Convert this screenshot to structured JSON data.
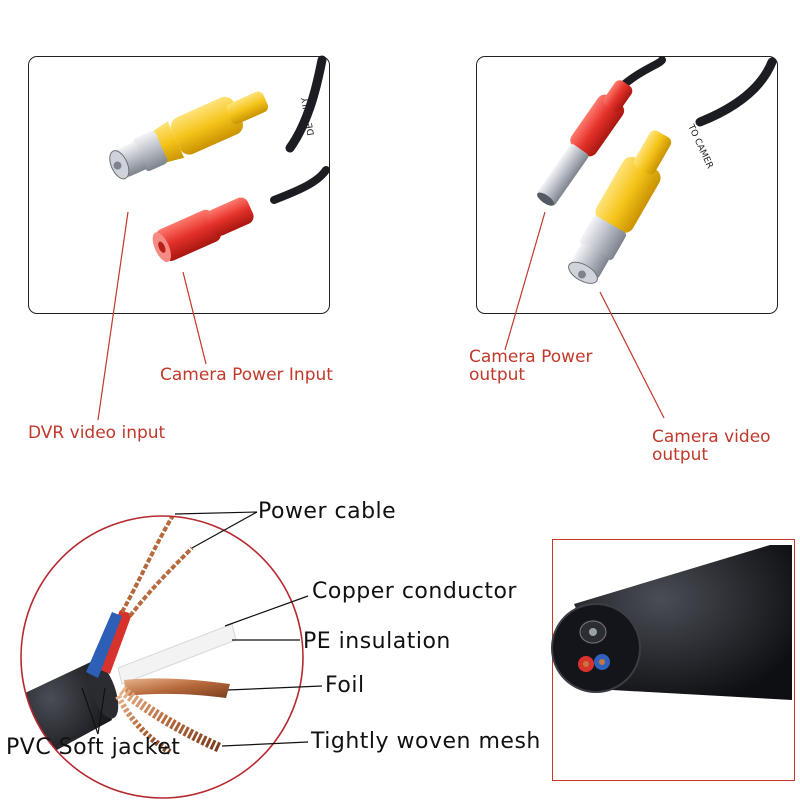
{
  "top_labels": {
    "camera_power_input": "Camera Power Input",
    "dvr_video_input": "DVR video input",
    "camera_power_output_1": "Camera Power",
    "camera_power_output_2": "output",
    "camera_video_output_1": "Camera video",
    "camera_video_output_2": "output"
  },
  "cable_print": {
    "left": "DE ONLY",
    "right": "TO CAMER"
  },
  "cross_section_labels": {
    "power_cable": "Power cable",
    "copper_conductor": "Copper conductor",
    "pe_insulation": "PE insulation",
    "foil": "Foil",
    "pvc_soft_jacket": "PVC Soft jacket",
    "tightly_woven_mesh": "Tightly woven mesh"
  },
  "colors": {
    "accent_red": "#c0392b",
    "connector_yellow": "#f2c21b",
    "connector_red": "#e0302a",
    "cable_black": "#1b1d22"
  }
}
